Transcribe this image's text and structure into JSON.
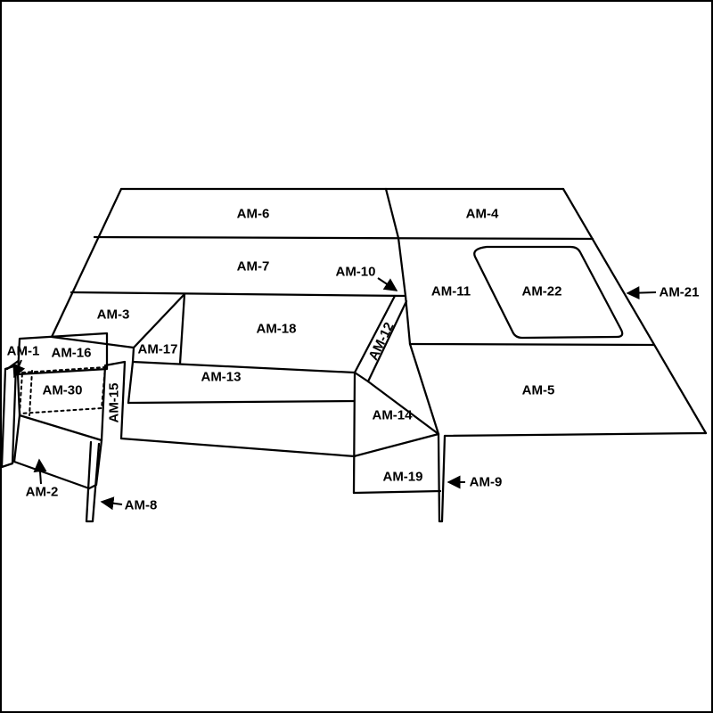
{
  "diagram": {
    "kind": "exploded panel assembly line drawing",
    "colors": {
      "line": "#000000",
      "background": "#ffffff"
    },
    "labels": {
      "am1": "AM-1",
      "am2": "AM-2",
      "am3": "AM-3",
      "am4": "AM-4",
      "am5": "AM-5",
      "am6": "AM-6",
      "am7": "AM-7",
      "am8": "AM-8",
      "am9": "AM-9",
      "am10": "AM-10",
      "am11": "AM-11",
      "am12": "AM-12",
      "am13": "AM-13",
      "am14": "AM-14",
      "am15": "AM-15",
      "am16": "AM-16",
      "am17": "AM-17",
      "am18": "AM-18",
      "am19": "AM-19",
      "am21": "AM-21",
      "am22": "AM-22",
      "am30": "AM-30"
    }
  }
}
